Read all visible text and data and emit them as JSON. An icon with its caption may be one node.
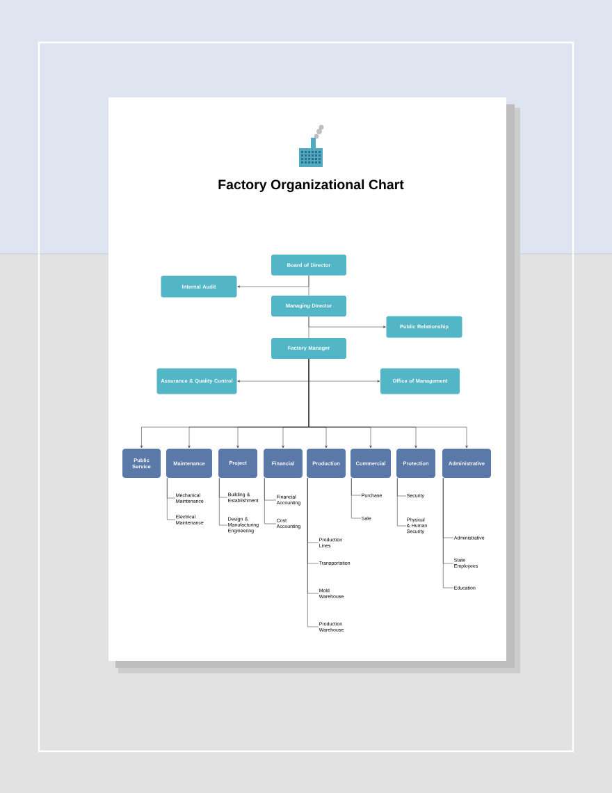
{
  "diagram": {
    "title": "Factory Organizational Chart",
    "nodes": [
      {
        "text": [
          "Board of Director"
        ]
      },
      {
        "text": [
          "Internal Audit"
        ]
      },
      {
        "text": [
          "Managing Director"
        ]
      },
      {
        "text": [
          "Public Relationship"
        ]
      },
      {
        "text": [
          "Factory Manager"
        ]
      },
      {
        "text": [
          "Assurance & Quality Control"
        ]
      },
      {
        "text": [
          "Office of Management"
        ]
      },
      {
        "text": [
          "Public Service"
        ]
      },
      {
        "text": [
          "Maintenance"
        ]
      },
      {
        "text": [
          "Project"
        ]
      },
      {
        "text": [
          "Financial"
        ]
      },
      {
        "text": [
          "Production"
        ]
      },
      {
        "text": [
          "Commercial"
        ]
      },
      {
        "text": [
          "Protection"
        ]
      },
      {
        "text": [
          "Administrative"
        ]
      },
      {
        "text": [
          "Mechanical Maintenance"
        ]
      },
      {
        "text": [
          "Electrical Maintenance"
        ]
      },
      {
        "text": [
          "Building & Establishment"
        ]
      },
      {
        "text": [
          "Design & Manufacturing Engineering"
        ]
      },
      {
        "text": [
          "Financial Accounting"
        ]
      },
      {
        "text": [
          "Cost Accounting"
        ]
      },
      {
        "text": [
          "Production Lines"
        ]
      },
      {
        "text": [
          "Transportation"
        ]
      },
      {
        "text": [
          "Mold Warehouse"
        ]
      },
      {
        "text": [
          "Production Warehouse"
        ]
      },
      {
        "text": [
          "Purchase"
        ]
      },
      {
        "text": [
          "Sale"
        ]
      },
      {
        "text": [
          "Security"
        ]
      },
      {
        "text": [
          "Physical & Human Security"
        ]
      },
      {
        "text": [
          "Administrative"
        ]
      },
      {
        "text": [
          "State Employees"
        ]
      },
      {
        "text": [
          "Education"
        ]
      }
    ],
    "edges": [
      {
        "from": 0,
        "to": 1,
        "arrow": "to"
      },
      {
        "from": 0,
        "to": 2,
        "arrow": "none"
      },
      {
        "from": 2,
        "to": 3,
        "arrow": "to"
      },
      {
        "from": 2,
        "to": 4,
        "arrow": "none"
      },
      {
        "from": 4,
        "to": 5,
        "arrow": "to"
      },
      {
        "from": 4,
        "to": 6,
        "arrow": "to"
      },
      {
        "from": 4,
        "to": 7,
        "arrow": "to"
      },
      {
        "from": 4,
        "to": 8,
        "arrow": "to"
      },
      {
        "from": 4,
        "to": 9,
        "arrow": "to"
      },
      {
        "from": 4,
        "to": 10,
        "arrow": "to"
      },
      {
        "from": 4,
        "to": 11,
        "arrow": "to"
      },
      {
        "from": 4,
        "to": 12,
        "arrow": "to"
      },
      {
        "from": 4,
        "to": 13,
        "arrow": "to"
      },
      {
        "from": 4,
        "to": 14,
        "arrow": "to"
      },
      {
        "from": 8,
        "to": 15,
        "arrow": "none"
      },
      {
        "from": 8,
        "to": 16,
        "arrow": "none"
      },
      {
        "from": 9,
        "to": 17,
        "arrow": "none"
      },
      {
        "from": 9,
        "to": 18,
        "arrow": "none"
      },
      {
        "from": 10,
        "to": 19,
        "arrow": "none"
      },
      {
        "from": 10,
        "to": 20,
        "arrow": "none"
      },
      {
        "from": 11,
        "to": 21,
        "arrow": "none"
      },
      {
        "from": 11,
        "to": 22,
        "arrow": "none"
      },
      {
        "from": 11,
        "to": 23,
        "arrow": "none"
      },
      {
        "from": 11,
        "to": 24,
        "arrow": "none"
      },
      {
        "from": 12,
        "to": 25,
        "arrow": "none"
      },
      {
        "from": 12,
        "to": 26,
        "arrow": "none"
      },
      {
        "from": 13,
        "to": 27,
        "arrow": "none"
      },
      {
        "from": 13,
        "to": 28,
        "arrow": "none"
      },
      {
        "from": 14,
        "to": 29,
        "arrow": "none"
      },
      {
        "from": 14,
        "to": 30,
        "arrow": "none"
      },
      {
        "from": 14,
        "to": 31,
        "arrow": "none"
      }
    ]
  }
}
